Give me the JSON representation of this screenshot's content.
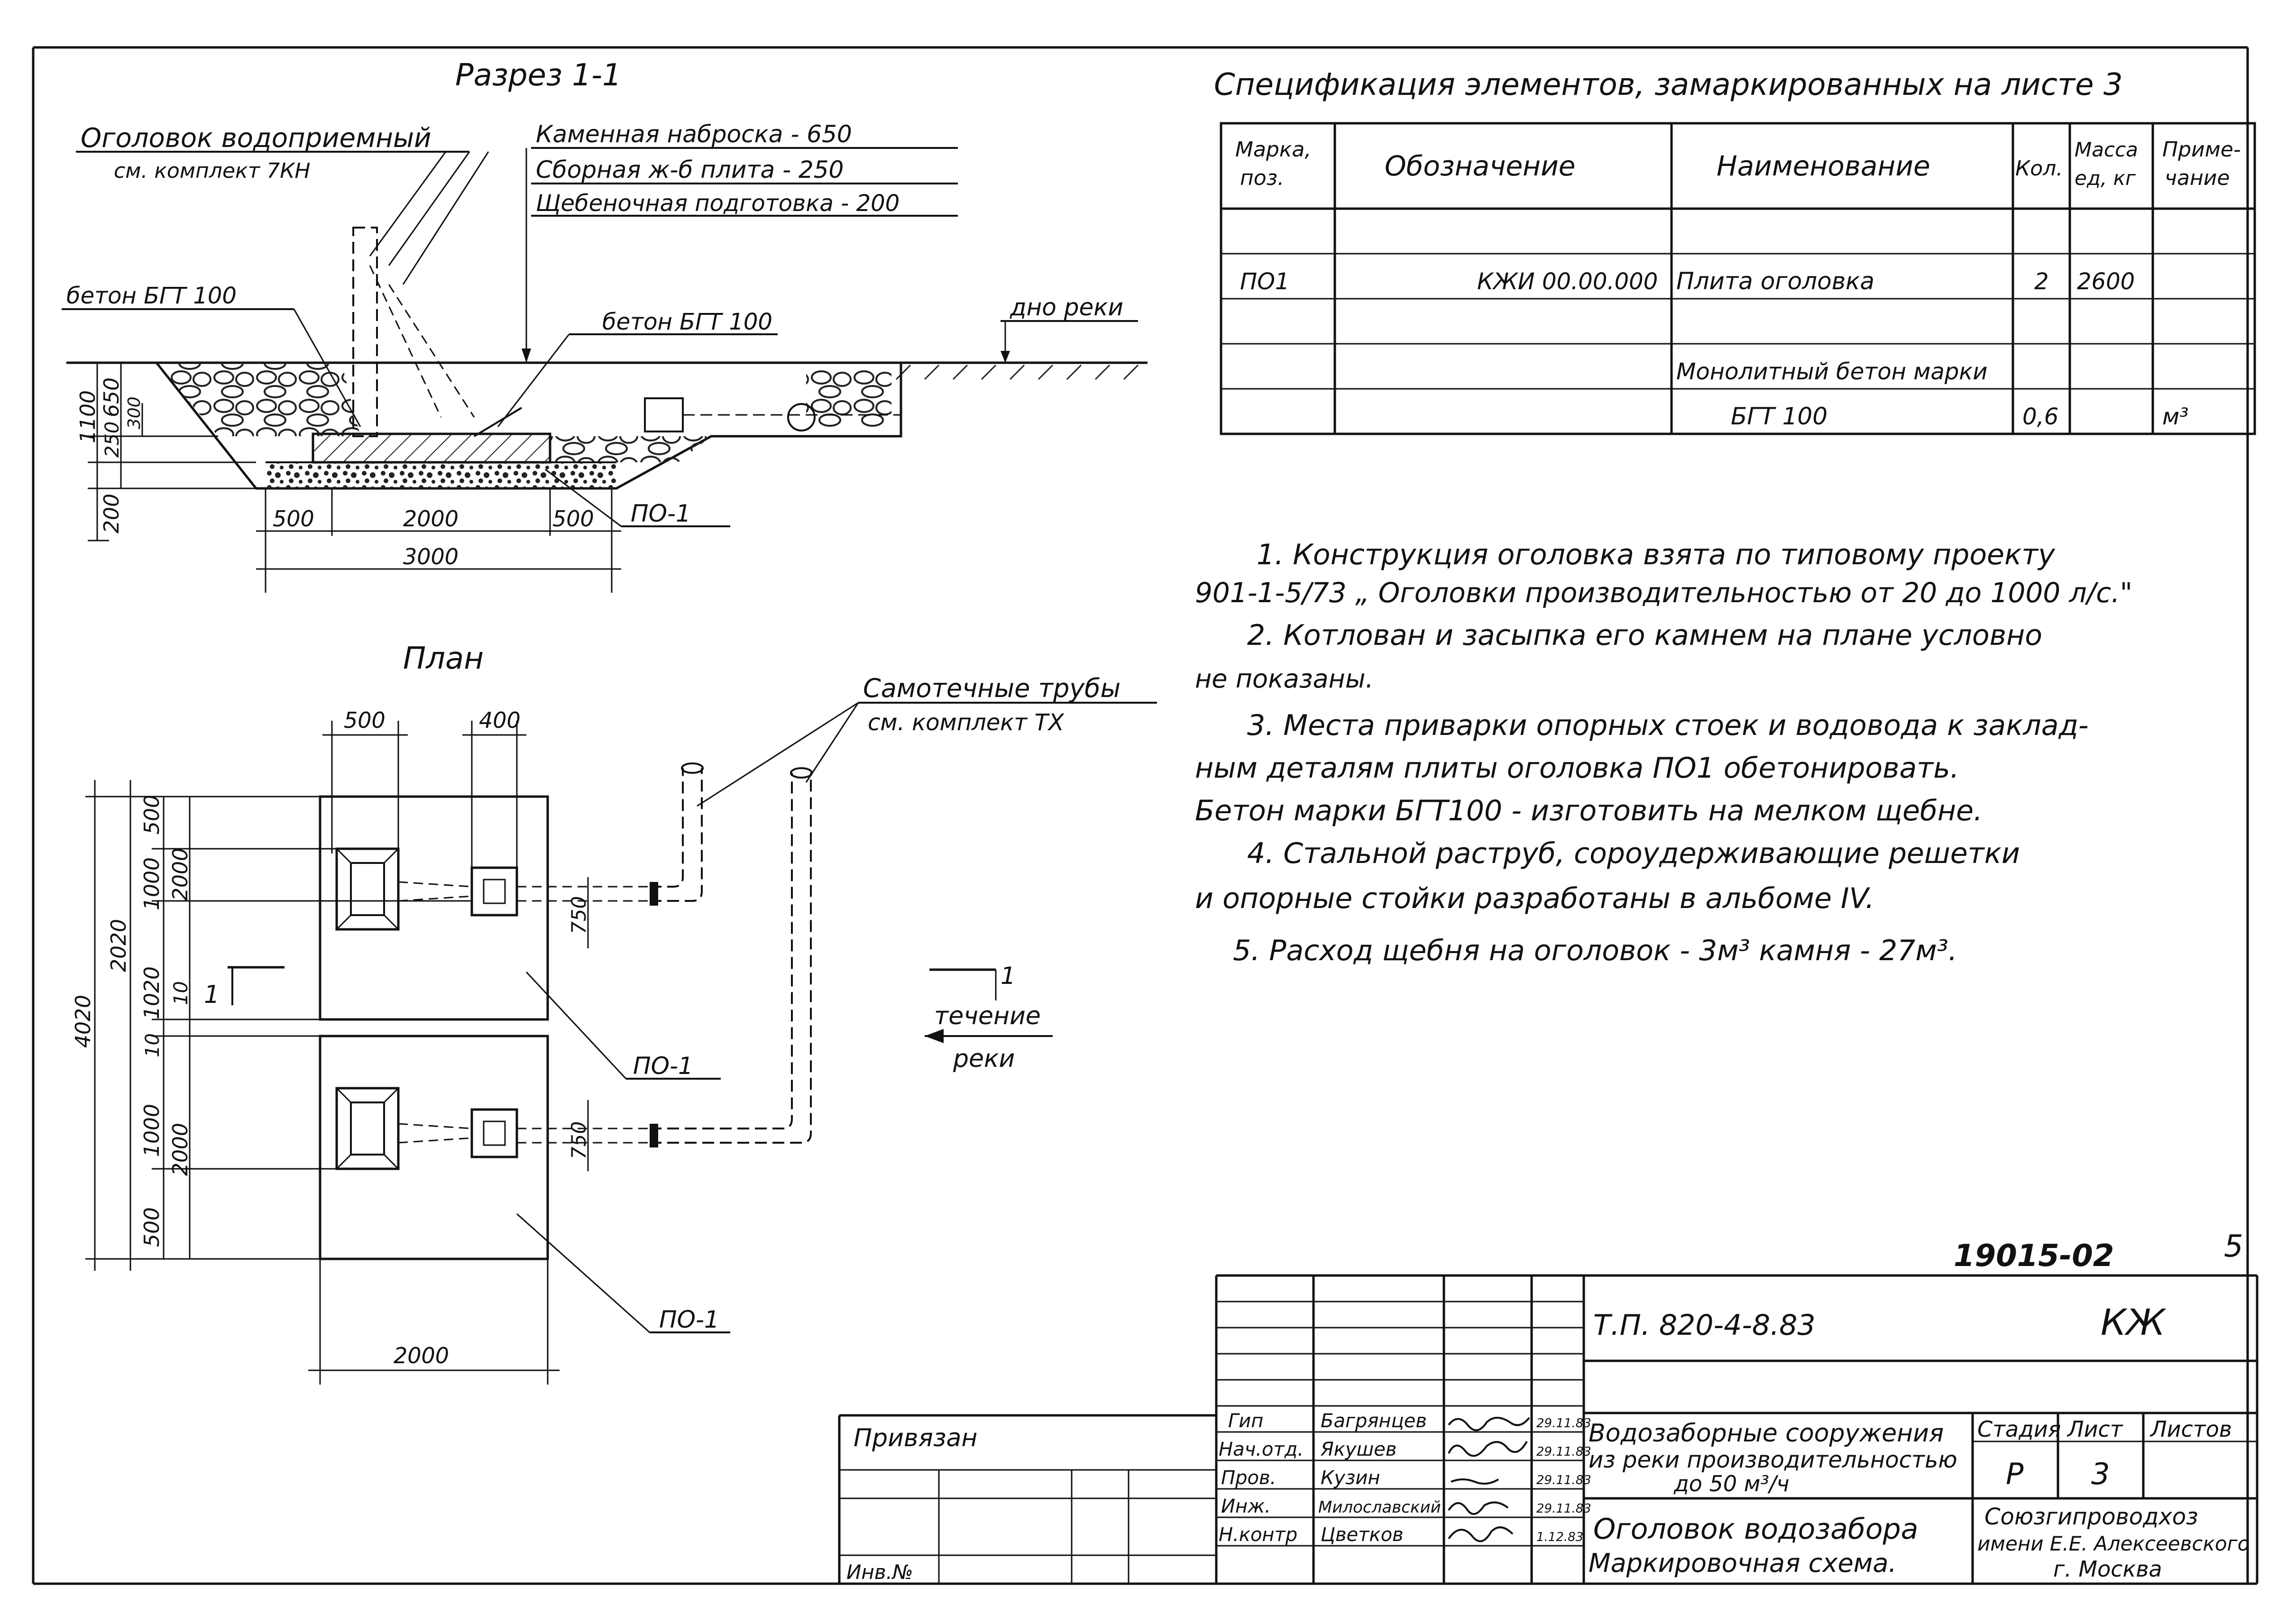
{
  "section": {
    "title": "Разрез 1-1",
    "leaders": {
      "head": "Оголовок водоприемный",
      "head_ref": "см. комплект 7КН",
      "stone": "Каменная наброска - 650",
      "slab": "Сборная ж-б плита - 250",
      "gravel": "Щебеночная подготовка - 200",
      "concrete_left": "бетон БГТ 100",
      "concrete_mid": "бетон БГТ 100",
      "riverbed": "дно реки",
      "mark": "ПО-1"
    },
    "dims": {
      "d1100": "1100",
      "d650": "650",
      "d250": "250",
      "d300": "300",
      "d200": "200",
      "b500a": "500",
      "b2000": "2000",
      "b500b": "500",
      "b3000": "3000"
    }
  },
  "plan": {
    "title": "План",
    "pipes_label": "Самотечные трубы",
    "pipes_ref": "см. комплект ТХ",
    "mark_top": "ПО-1",
    "mark_bottom": "ПО-1",
    "section_mark": "1",
    "flow_mark": "1",
    "flow_label_1": "течение",
    "flow_label_2": "реки",
    "dims": {
      "top500": "500",
      "top400": "400",
      "v500a": "500",
      "v1000a": "1000",
      "v2000a": "2000",
      "v10a": "10",
      "v10b": "10",
      "v2020": "2020",
      "v1020": "1020",
      "v4020": "4020",
      "v1000b": "1000",
      "v2000b": "2000",
      "v500b": "500",
      "v750a": "750",
      "v750b": "750",
      "bottom2000": "2000"
    }
  },
  "spec": {
    "title": "Спецификация элементов, замаркированных на листе 3",
    "headers": {
      "mark": [
        "Марка,",
        "поз."
      ],
      "designation": "Обозначение",
      "name": "Наименование",
      "qty": "Кол.",
      "mass": [
        "Масса",
        "ед, кг"
      ],
      "note": [
        "Приме-",
        "чание"
      ]
    },
    "rows": [
      {
        "mark": "ПО1",
        "designation": "КЖИ 00.00.000",
        "name": "Плита оголовка",
        "qty": "2",
        "mass": "2600",
        "note": ""
      },
      {
        "mark": "",
        "designation": "",
        "name": "Монолитный бетон марки",
        "qty": "",
        "mass": "",
        "note": ""
      },
      {
        "mark": "",
        "designation": "",
        "name": "БГТ 100",
        "qty": "0,6",
        "mass": "",
        "note": "м³"
      }
    ]
  },
  "notes": [
    "1. Конструкция оголовка взята по типовому проекту",
    "901-1-5/73 „ Оголовки производительностью от 20 до 1000 л/с.\"",
    "2. Котлован и засыпка его камнем на плане условно",
    "не показаны.",
    "3. Места приварки опорных стоек и водовода к заклад-",
    "ным деталям плиты оголовка ПО1 обетонировать.",
    "Бетон марки БГТ100 - изготовить на мелком щебне.",
    "4. Стальной раструб, сороудерживающие решетки",
    "и опорные стойки разработаны в альбоме IV.",
    "5. Расход щебня на оголовок - 3м³ камня - 27м³."
  ],
  "title_block": {
    "doc_number": "19015-02",
    "page_number": "5",
    "project_code": "Т.П. 820-4-8.83",
    "mark": "КЖ",
    "bound": "Привязан",
    "inv": "Инв.№",
    "roles": [
      {
        "role": "Гип",
        "name": "Багрянцев",
        "date": "29.11.83"
      },
      {
        "role": "Нач.отд.",
        "name": "Якушев",
        "date": "29.11.83"
      },
      {
        "role": "Пров.",
        "name": "Кузин",
        "date": "29.11.83"
      },
      {
        "role": "Инж.",
        "name": "Милославский",
        "date": "29.11.83"
      },
      {
        "role": "Н.контр",
        "name": "Цветков",
        "date": "1.12.83"
      }
    ],
    "object_title_1": "Водозаборные сооружения",
    "object_title_2": "из реки производительностью",
    "object_title_3": "до 50 м³/ч",
    "sheet_title_1": "Оголовок водозабора",
    "sheet_title_2": "Маркировочная схема.",
    "stage_label": "Стадия",
    "sheet_label": "Лист",
    "sheets_label": "Листов",
    "stage": "Р",
    "sheet": "3",
    "org_1": "Союзгипроводхоз",
    "org_2": "имени Е.Е. Алексеевского",
    "org_3": "г. Москва"
  }
}
